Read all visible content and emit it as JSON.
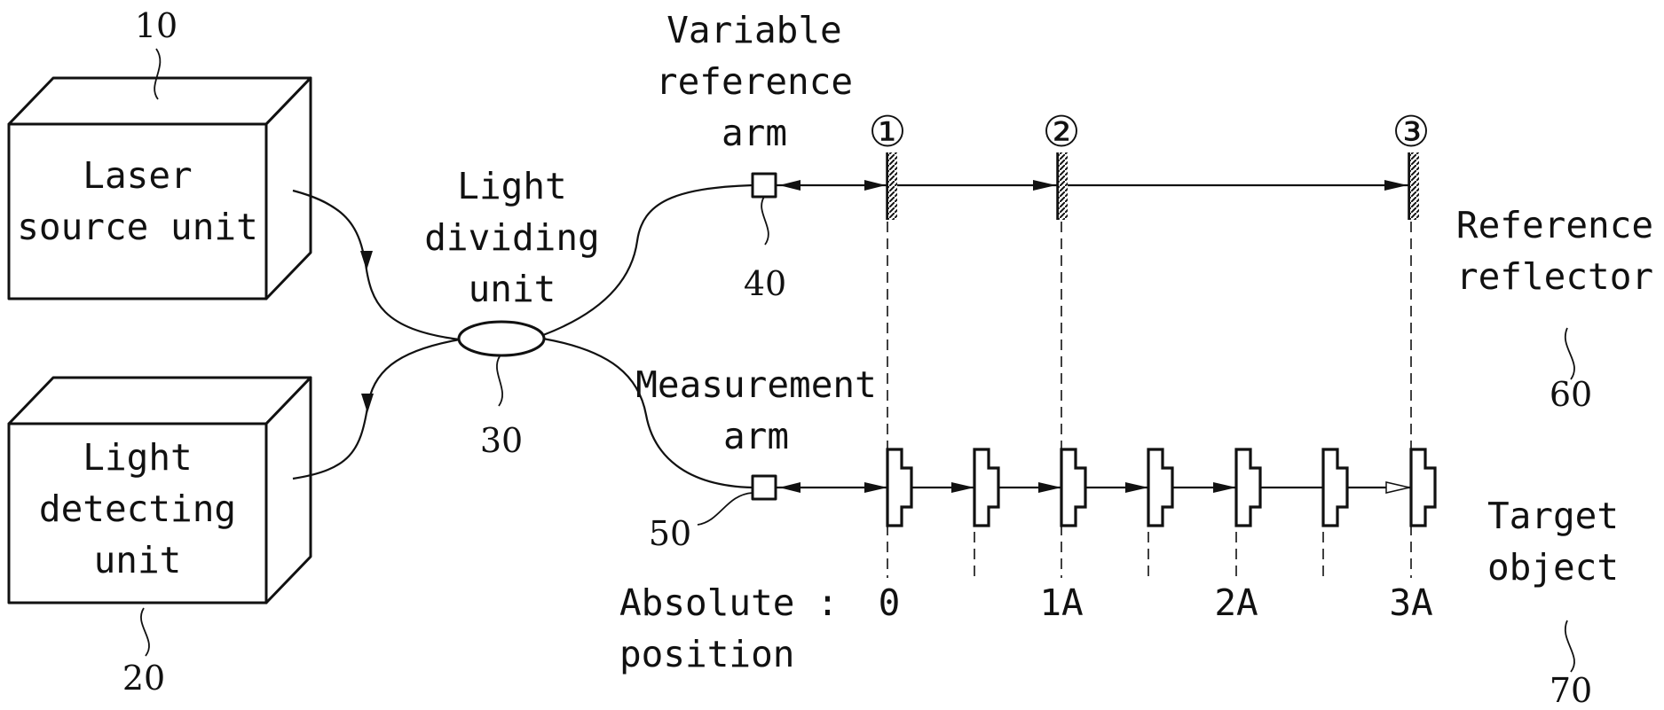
{
  "laser_source": {
    "number": "10",
    "line1": "Laser",
    "line2": "source unit"
  },
  "light_detecting": {
    "number": "20",
    "line1": "Light",
    "line2": "detecting",
    "line3": "unit"
  },
  "light_dividing": {
    "number": "30",
    "line1": "Light",
    "line2": "dividing",
    "line3": "unit"
  },
  "reference_arm": {
    "number": "40",
    "line1": "Variable",
    "line2": "reference",
    "line3": "arm"
  },
  "measurement_arm": {
    "number": "50",
    "line1": "Measurement",
    "line2": "arm"
  },
  "reference_reflector": {
    "number": "60",
    "line1": "Reference",
    "line2": "reflector"
  },
  "target_object": {
    "number": "70",
    "line1": "Target",
    "line2": "object"
  },
  "positions": {
    "circled": [
      "①",
      "②",
      "③"
    ],
    "axis_label_line1": "Absolute :",
    "axis_label_line2": "position",
    "ticks": [
      "0",
      "1A",
      "2A",
      "3A"
    ]
  }
}
